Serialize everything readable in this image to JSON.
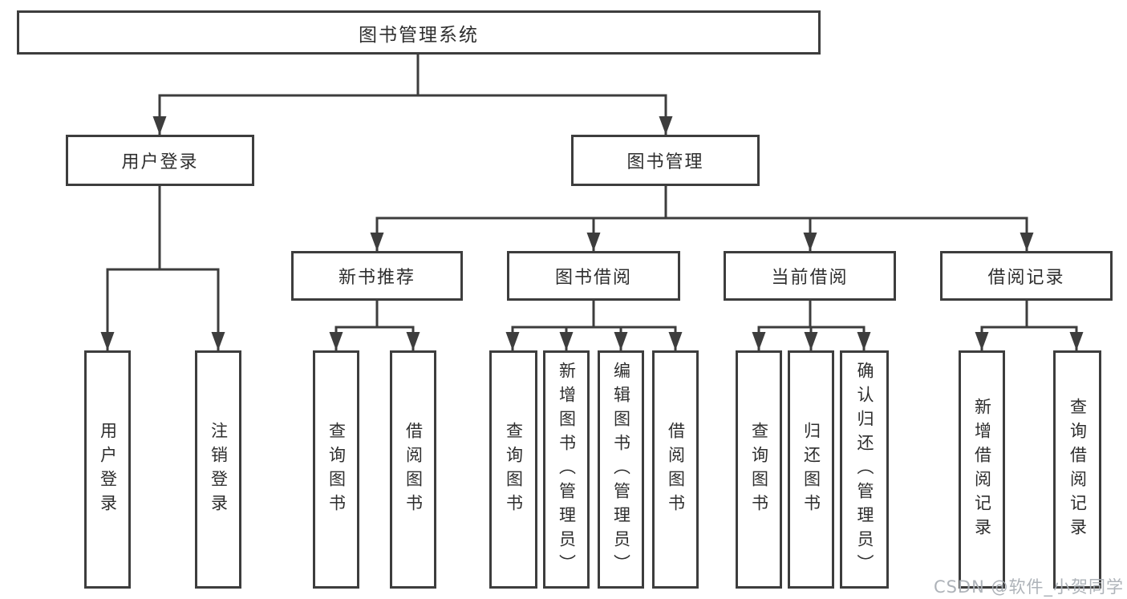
{
  "diagram": {
    "root": {
      "label": "图书管理系统"
    },
    "branches": [
      {
        "label": "用户登录",
        "children": [
          {
            "label": "用户登录"
          },
          {
            "label": "注销登录"
          }
        ]
      },
      {
        "label": "图书管理",
        "children": [
          {
            "label": "新书推荐",
            "children": [
              {
                "label": "查询图书"
              },
              {
                "label": "借阅图书"
              }
            ]
          },
          {
            "label": "图书借阅",
            "children": [
              {
                "label": "查询图书"
              },
              {
                "label": "新增图书（管理员）"
              },
              {
                "label": "编辑图书（管理员）"
              },
              {
                "label": "借阅图书"
              }
            ]
          },
          {
            "label": "当前借阅",
            "children": [
              {
                "label": "查询图书"
              },
              {
                "label": "归还图书"
              },
              {
                "label": "确认归还（管理员）"
              }
            ]
          },
          {
            "label": "借阅记录",
            "children": [
              {
                "label": "新增借阅记录"
              },
              {
                "label": "查询借阅记录"
              }
            ]
          }
        ]
      }
    ]
  },
  "watermark": "CSDN @软件_小贺同学",
  "colors": {
    "line": "#3d3d3d",
    "text": "#2e2e2e",
    "watermark": "#aaafb5",
    "background": "#ffffff"
  }
}
